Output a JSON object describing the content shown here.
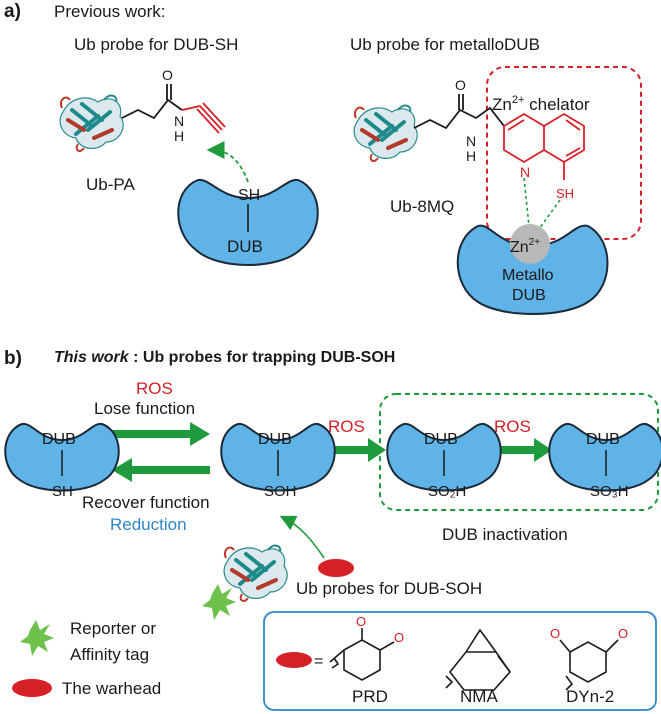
{
  "panel_a": {
    "label": "a)",
    "heading": "Previous work:",
    "left_title": "Ub probe for DUB-SH",
    "right_title": "Ub probe for metalloDUB",
    "ub_pa": "Ub-PA",
    "ub_8mq": "Ub-8MQ",
    "dub_label": "DUB",
    "sh_label": "SH",
    "chelator_zn": "Zn",
    "chelator_sup": "2+",
    "chelator_text": " chelator",
    "zn_ion": "Zn",
    "zn_ion_sup": "2+",
    "metallo_line1": "Metallo",
    "metallo_line2": "DUB",
    "atoms": {
      "o": "O",
      "n": "N",
      "h": "H",
      "ring_n": "N",
      "sh": "SH"
    }
  },
  "panel_b": {
    "label": "b)",
    "heading_italic": "This work",
    "heading_rest": " : Ub probes for trapping DUB-SOH",
    "ros_top": "ROS",
    "lose_function": "Lose function",
    "recover_function": "Recover function",
    "reduction": "Reduction",
    "ros_mid": "ROS",
    "ros_right": "ROS",
    "dub_label": "DUB",
    "states": [
      "SH",
      "SOH",
      "SO₂H",
      "SO₃H"
    ],
    "inactivation": "DUB inactivation",
    "probe_caption": "Ub probes for DUB-SOH",
    "legend": {
      "reporter_line1": "Reporter or",
      "reporter_line2": "Affinity tag",
      "warhead": "The warhead"
    },
    "warheads": {
      "equals": "=",
      "prd": "PRD",
      "nma": "NMA",
      "dyn2": "DYn-2",
      "o": "O"
    }
  },
  "colors": {
    "red": "#d62027",
    "blue_text": "#2f86c8",
    "dub_fill": "#5fb3e6",
    "green_arrow": "#1f9a3c",
    "dashed_red": "#d62027",
    "dashed_green": "#1f9a3c",
    "box_border": "#2f86c8",
    "zn_ball": "#b8b8b8",
    "tag_green": "#6cc24a"
  }
}
